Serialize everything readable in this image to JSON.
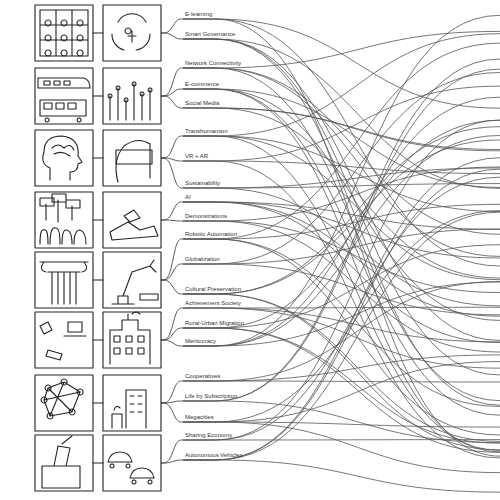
{
  "diagram": {
    "labels": [
      "E-learning",
      "Smart Governance",
      "Network Connectivity",
      "E-commerce",
      "Social Media",
      "Transhumanism",
      "VR + AR",
      "Sustainability",
      "AI",
      "Demonstrations",
      "Robotic Automation",
      "Globalization",
      "Cultural Preservation",
      "Achievement Society",
      "Rural-Urban Migration",
      "Meritocracy",
      "Cooperatives",
      "Life by Subscription",
      "Megacities",
      "Sharing Economy",
      "Autonomous Vehicles"
    ]
  }
}
